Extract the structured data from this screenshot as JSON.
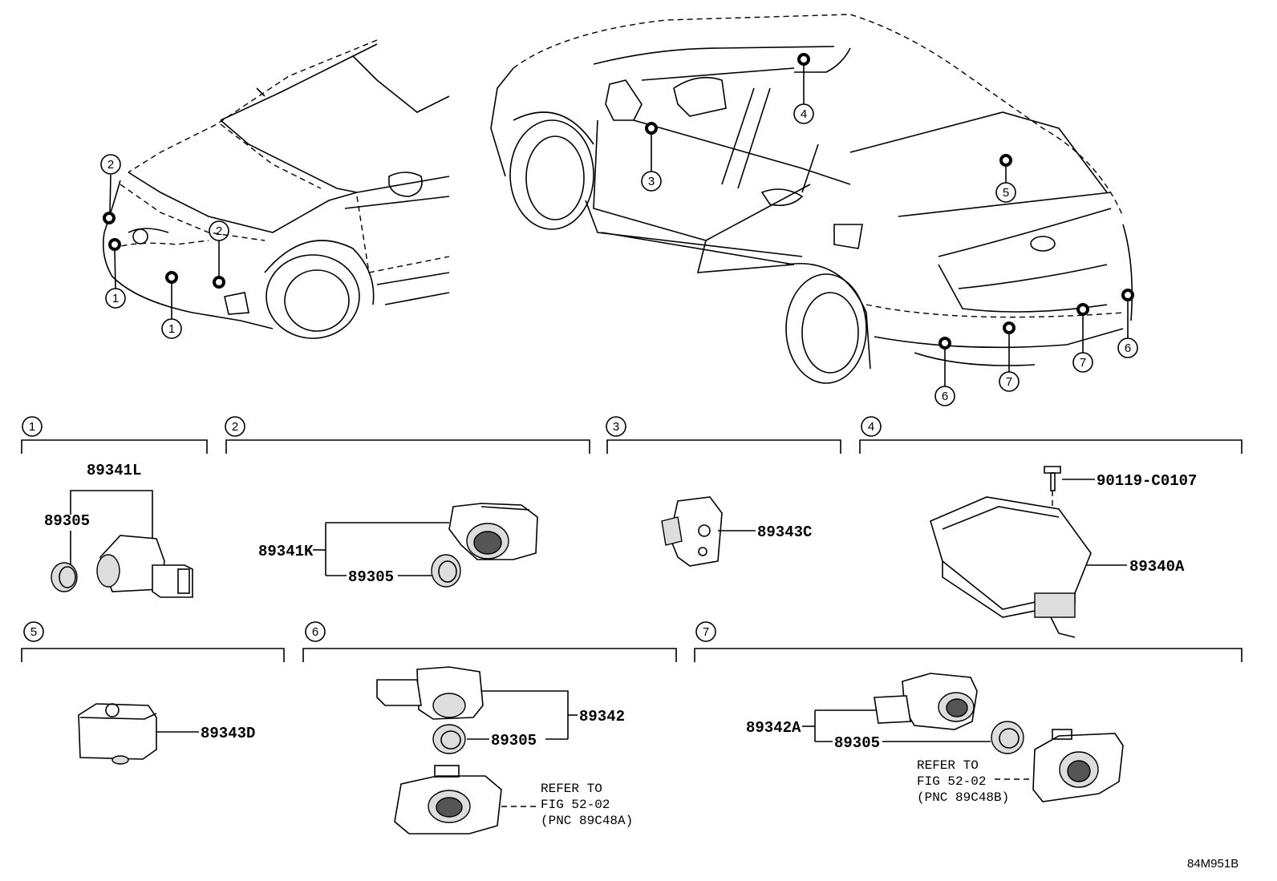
{
  "callouts": {
    "c1": "1",
    "c2": "2",
    "c3": "3",
    "c4": "4",
    "c5": "5",
    "c6": "6",
    "c7": "7"
  },
  "sections": [
    {
      "number": "1",
      "parts": [
        "89341L",
        "89305"
      ]
    },
    {
      "number": "2",
      "parts": [
        "89341K",
        "89305"
      ]
    },
    {
      "number": "3",
      "parts": [
        "89343C"
      ]
    },
    {
      "number": "4",
      "parts": [
        "90119-C0107",
        "89340A"
      ]
    },
    {
      "number": "5",
      "parts": [
        "89343D"
      ]
    },
    {
      "number": "6",
      "parts": [
        "89342",
        "89305"
      ],
      "refer": [
        "REFER TO",
        "FIG 52-02",
        "(PNC 89C48A)"
      ]
    },
    {
      "number": "7",
      "parts": [
        "89342A",
        "89305"
      ],
      "refer": [
        "REFER TO",
        "FIG 52-02",
        "(PNC 89C48B)"
      ]
    }
  ],
  "diagram_code": "84M951B"
}
